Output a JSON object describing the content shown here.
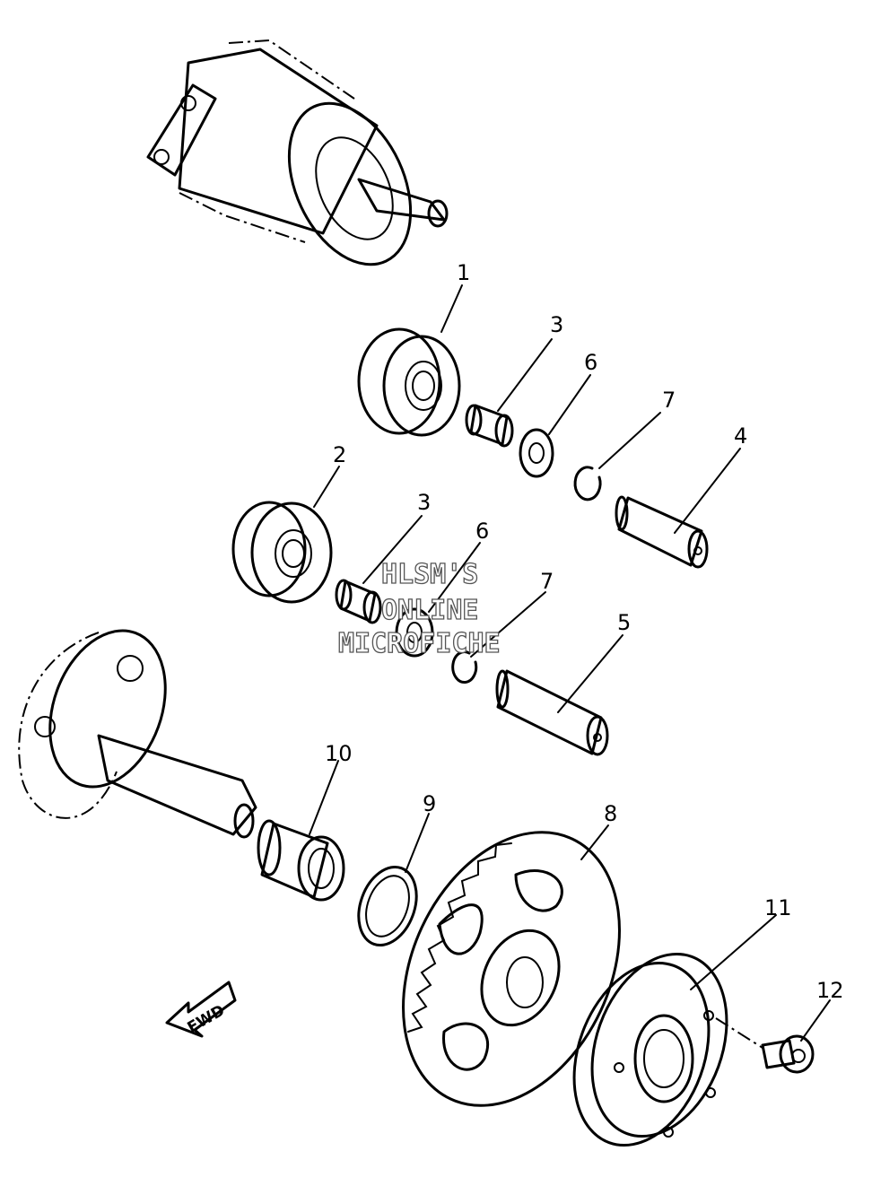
{
  "callouts": {
    "p1": "1",
    "p2": "2",
    "p3a": "3",
    "p3b": "3",
    "p4": "4",
    "p5": "5",
    "p6a": "6",
    "p6b": "6",
    "p7a": "7",
    "p7b": "7",
    "p8": "8",
    "p9": "9",
    "p10": "10",
    "p11": "11",
    "p12": "12"
  },
  "watermark": {
    "line1": "HLSM'S",
    "line2": "ONLINE",
    "line3": "MICROFICHE"
  },
  "direction_label": "FWD"
}
